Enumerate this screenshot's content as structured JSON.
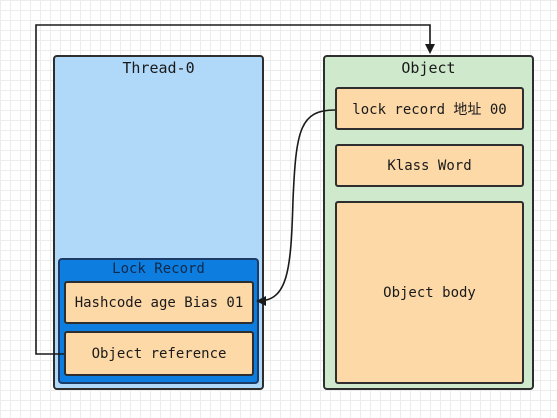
{
  "thread": {
    "title": "Thread-0"
  },
  "lock_record": {
    "title": "Lock Record",
    "hashcode_cell": "Hashcode age Bias 01",
    "reference_cell": "Object reference"
  },
  "object": {
    "title": "Object",
    "lock_record_cell": "lock record 地址 00",
    "klass_cell": "Klass Word",
    "body_cell": "Object body"
  },
  "colors": {
    "thread_fill": "#b0d8f9",
    "lock_record_fill": "#0d7ee0",
    "object_fill": "#cfe9cc",
    "cell_fill": "#fdd9a8",
    "stroke": "#2e2e2e"
  }
}
